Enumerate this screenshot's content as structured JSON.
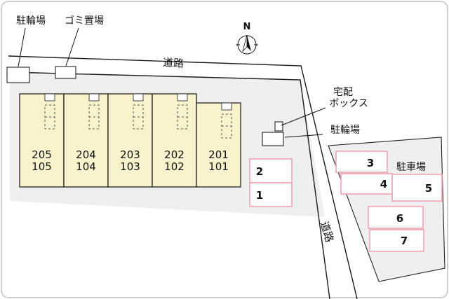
{
  "labels": {
    "bike_left": "駐輪場",
    "garbage": "ゴミ置場",
    "road_top": "道路",
    "road_diag": "道路",
    "compass_n": "N",
    "delivery_1": "宅配",
    "delivery_2": "ボックス",
    "bike_right": "駐輪場",
    "car_park": "駐車場"
  },
  "building": {
    "units": [
      {
        "upper": "205",
        "lower": "105"
      },
      {
        "upper": "204",
        "lower": "104"
      },
      {
        "upper": "203",
        "lower": "103"
      },
      {
        "upper": "202",
        "lower": "102"
      },
      {
        "upper": "201",
        "lower": "101"
      }
    ]
  },
  "parking": {
    "left": [
      "2",
      "1"
    ],
    "right": [
      "3",
      "4",
      "5",
      "6",
      "7"
    ]
  },
  "colors": {
    "parcel_fill": "#efefef",
    "building_fill": "#f8f3cd",
    "stall_stroke": "#f2a2b0",
    "number_color": "#e75b70",
    "outline": "#1a1a1a"
  }
}
